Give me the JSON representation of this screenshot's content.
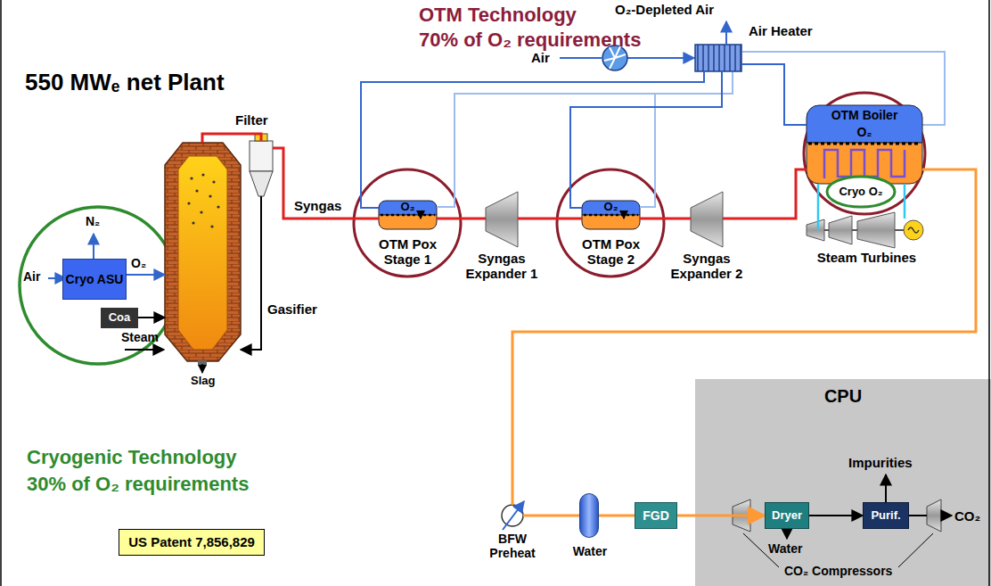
{
  "diagram": {
    "title": "550 MWₑ net Plant",
    "nodes": [
      {
        "text": [
          "Cryo ASU"
        ]
      },
      {
        "text": [
          "Coa"
        ]
      },
      {
        "text": [
          "Gasifier"
        ]
      },
      {
        "text": [
          "Filter"
        ]
      },
      {
        "text": [
          "O₂",
          "OTM Pox Stage 1"
        ]
      },
      {
        "text": [
          "Syngas Expander 1"
        ]
      },
      {
        "text": [
          "O₂",
          "OTM Pox Stage 2"
        ]
      },
      {
        "text": [
          "Syngas Expander 2"
        ]
      },
      {
        "text": [
          "OTM Boiler",
          "O₂"
        ]
      },
      {
        "text": [
          "Cryo O₂"
        ]
      },
      {
        "text": [
          "Steam Turbines"
        ]
      },
      {
        "text": [
          "Air Heater"
        ]
      },
      {
        "text": [
          "BFW Preheat"
        ]
      },
      {
        "text": [
          "Water"
        ]
      },
      {
        "text": [
          "FGD"
        ]
      },
      {
        "text": [
          "CPU"
        ]
      },
      {
        "text": [
          "Dryer"
        ],
        "in": 15
      },
      {
        "text": [
          "Purif."
        ],
        "in": 15
      },
      {
        "text": [
          "US Patent 7,856,829"
        ]
      }
    ],
    "edges": [
      {
        "from": 0,
        "to": 2,
        "arrow": "to",
        "label": "O₂"
      },
      {
        "from": 1,
        "to": 2,
        "arrow": "to"
      },
      {
        "from": 2,
        "to": 3,
        "arrow": "none"
      },
      {
        "from": 3,
        "to": 2,
        "arrow": "to"
      },
      {
        "from": 3,
        "to": 4,
        "arrow": "none",
        "label": "Syngas"
      },
      {
        "from": 4,
        "to": 5,
        "arrow": "none"
      },
      {
        "from": 5,
        "to": 6,
        "arrow": "none"
      },
      {
        "from": 6,
        "to": 7,
        "arrow": "none"
      },
      {
        "from": 7,
        "to": 8,
        "arrow": "none"
      },
      {
        "from": 8,
        "to": 10,
        "arrow": "none"
      },
      {
        "from": 11,
        "to": 4,
        "arrow": "none"
      },
      {
        "from": 11,
        "to": 6,
        "arrow": "none"
      },
      {
        "from": 11,
        "to": 8,
        "arrow": "none"
      },
      {
        "from": 8,
        "to": 12,
        "arrow": "none"
      },
      {
        "from": 12,
        "to": 13,
        "arrow": "none"
      },
      {
        "from": 13,
        "to": 14,
        "arrow": "none"
      },
      {
        "from": 14,
        "to": 16,
        "arrow": "to"
      },
      {
        "from": 16,
        "to": 17,
        "arrow": "to"
      }
    ],
    "labels": [
      "OTM Technology",
      "70% of O₂ requirements",
      "Cryogenic Technology",
      "30% of O₂ requirements",
      "N₂",
      "Air",
      "Steam",
      "Slag",
      "Air",
      "O₂-Depleted Air",
      "Impurities",
      "Water",
      "CO₂",
      "CO₂ Compressors"
    ]
  }
}
